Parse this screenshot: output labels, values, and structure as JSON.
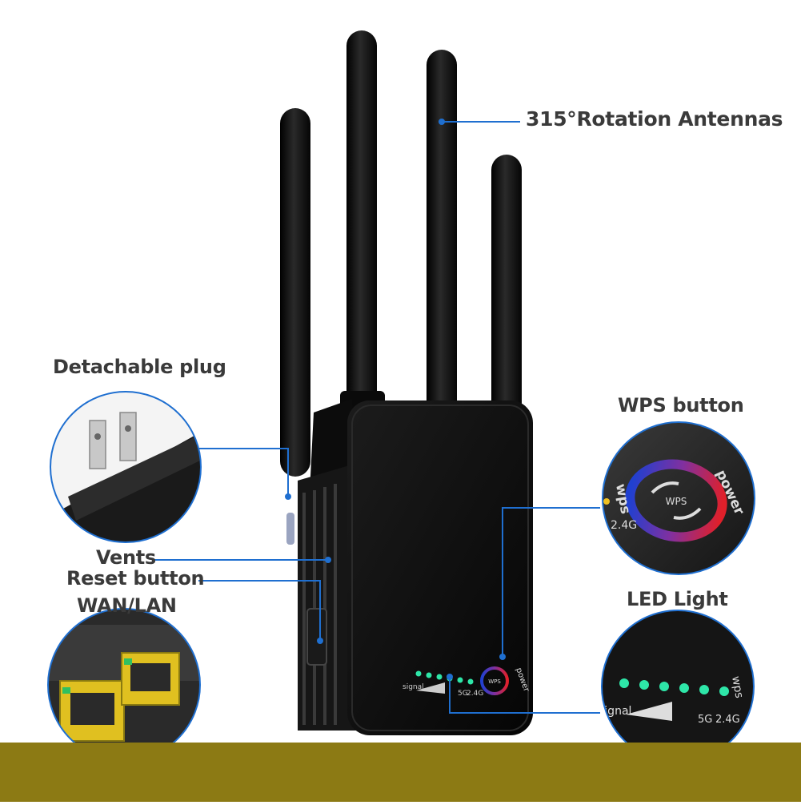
{
  "callouts": {
    "antennas": "315°Rotation Antennas",
    "plug": "Detachable plug",
    "wps_button": "WPS button",
    "vents": "Vents",
    "reset_button": "Reset button",
    "wan_lan": "WAN/LAN",
    "led_light": "LED Light"
  },
  "device_panel": {
    "signal": "signal",
    "band_5g": "5G",
    "band_24g": "2.4G",
    "wps": "wps",
    "power": "power",
    "wps_center": "WPS"
  },
  "colors": {
    "leader_line": "#1f6fd0",
    "device_body": "#111111",
    "led_green": "#2ee6a8",
    "ring_red": "#e0202a",
    "ring_blue": "#2040d0",
    "bottom_band": "#8c7a14"
  },
  "led_count": 6
}
